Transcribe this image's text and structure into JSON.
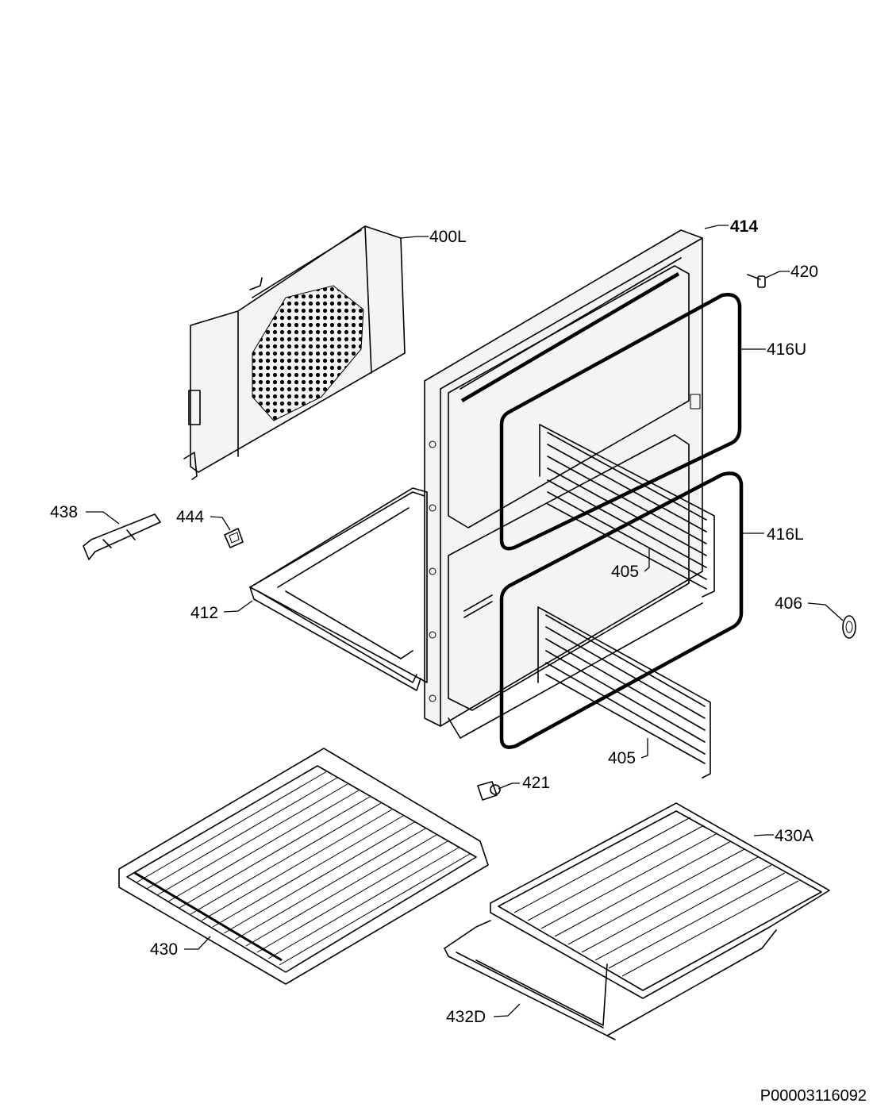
{
  "labels": {
    "p400L": "400L",
    "p414": "414",
    "p420": "420",
    "p416U": "416U",
    "p438": "438",
    "p444": "444",
    "p416L": "416L",
    "p405a": "405",
    "p412": "412",
    "p406": "406",
    "p405b": "405",
    "p421": "421",
    "p430A": "430A",
    "p430": "430",
    "p432D": "432D"
  },
  "document_number": "P00003116092"
}
